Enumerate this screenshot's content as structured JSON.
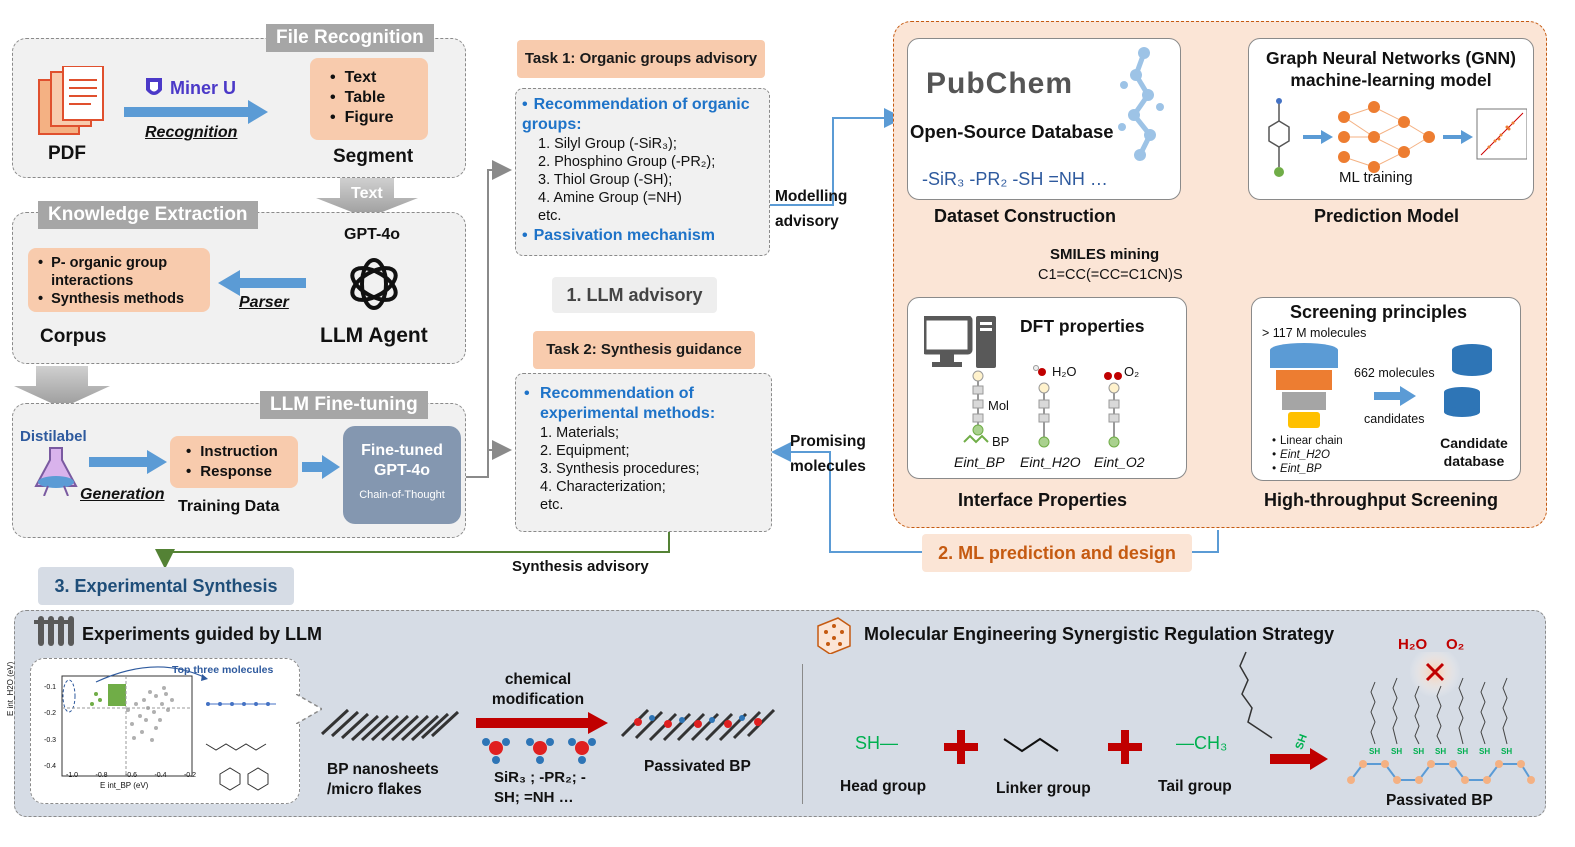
{
  "file_recognition": {
    "header": "File Recognition",
    "pdf_label": "PDF",
    "tool_name": "Miner U",
    "arrow_label": "Recognition",
    "segment_items": [
      "Text",
      "Table",
      "Figure"
    ],
    "segment_label": "Segment"
  },
  "text_arrow_label": "Text",
  "knowledge_extraction": {
    "header": "Knowledge Extraction",
    "corpus_items": [
      "P- organic group interactions",
      "Synthesis methods"
    ],
    "corpus_label": "Corpus",
    "parser_label": "Parser",
    "model_label": "GPT-4o",
    "agent_label": "LLM Agent"
  },
  "fine_tuning": {
    "header": "LLM Fine-tuning",
    "source_label": "Distilabel",
    "generation_label": "Generation",
    "training_items": [
      "Instruction",
      "Response"
    ],
    "training_label": "Training Data",
    "model_title": "Fine-tuned GPT-4o",
    "model_sub": "Chain-of-Thought"
  },
  "task1": {
    "title": "Task 1: Organic groups advisory",
    "heading": "Recommendation of organic groups:",
    "items": [
      "1. Silyl Group (-SiR₃);",
      "2. Phosphino Group (-PR₂);",
      "3. Thiol Group (-SH);",
      "4. Amine Group (=NH)",
      "etc."
    ],
    "bullet2": "Passivation mechanism"
  },
  "llm_advisory_label": "1. LLM advisory",
  "task2": {
    "title": "Task 2: Synthesis guidance",
    "heading": "Recommendation of experimental methods:",
    "items": [
      "1. Materials;",
      "2. Equipment;",
      "3. Synthesis procedures;",
      "4. Characterization;",
      "etc."
    ]
  },
  "modelling_advisory": "Modelling advisory",
  "promising_molecules": "Promising molecules",
  "synthesis_advisory": "Synthesis advisory",
  "ml_panel": {
    "pubchem_logo": "PubChem",
    "database_title": "Open-Source Database",
    "groups_text": "-SiR₃  -PR₂  -SH  =NH …",
    "dataset_label": "Dataset Construction",
    "smiles_title": "SMILES mining",
    "smiles_string": "C1=CC(=CC=C1CN)S",
    "gnn_title": "Graph Neural Networks (GNN) machine-learning model",
    "ml_training": "ML training",
    "prediction_label": "Prediction Model",
    "dft_title": "DFT properties",
    "mol_label": "Mol",
    "bp_label": "BP",
    "h2o_label": "H₂O",
    "o2_label": "O₂",
    "e_labels": [
      "Eint_BP",
      "Eint_H2O",
      "Eint_O2"
    ],
    "interface_label": "Interface Properties",
    "screening_title": "Screening principles",
    "molecules_count": "> 117 M molecules",
    "candidates_count": "662 molecules",
    "candidates_word": "candidates",
    "criteria": [
      "Linear chain",
      "Eint_H2O",
      "Eint_BP"
    ],
    "candidate_db": "Candidate database",
    "htp_label": "High-throughput Screening",
    "ml_design_label": "2. ML prediction and design"
  },
  "experimental": {
    "label": "3. Experimental Synthesis",
    "guided_title": "Experiments guided by LLM",
    "top_three": "Top three molecules",
    "plot_xlabel": "E int_BP (eV)",
    "plot_ylabel": "E int_H2O (eV)",
    "plot_xticks": [
      "-1.0",
      "-0.8",
      "-0.6",
      "-0.4",
      "-0.2"
    ],
    "plot_yticks": [
      "-0.1",
      "-0.2",
      "-0.3",
      "-0.4"
    ],
    "bp_nanosheets": "BP nanosheets /micro flakes",
    "chem_mod": "chemical modification",
    "groups": "SiR₃ ; -PR₂; -SH; =NH …",
    "passivated": "Passivated BP",
    "strategy_title": "Molecular Engineering Synergistic Regulation Strategy",
    "head_symbol": "SH—",
    "head_group": "Head group",
    "linker_group": "Linker group",
    "tail_symbol": "—CH₃",
    "tail_group": "Tail group",
    "sh_label": "SH",
    "h2o": "H₂O",
    "o2": "O₂",
    "passivated2": "Passivated BP"
  }
}
